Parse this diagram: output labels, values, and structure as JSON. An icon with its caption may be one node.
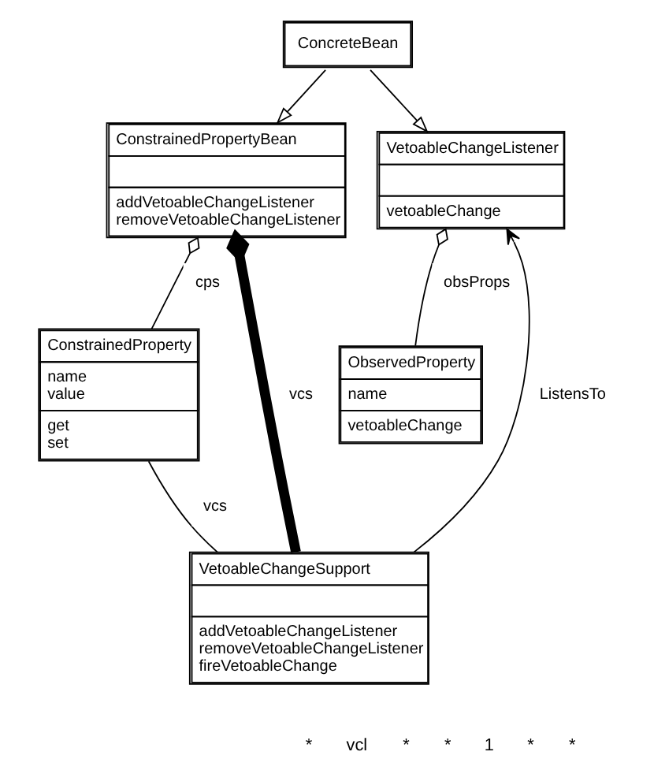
{
  "diagram": {
    "nodes": [
      {
        "text": [
          "ConcreteBean"
        ]
      },
      {
        "text": [
          "ConstrainedPropertyBean",
          "addVetoableChangeListener removeVetoableChangeListener"
        ]
      },
      {
        "text": [
          "VetoableChangeListener",
          "vetoableChange"
        ]
      },
      {
        "text": [
          "ConstrainedProperty",
          "name value",
          "get set"
        ]
      },
      {
        "text": [
          "ObservedProperty",
          "name",
          "vetoableChange"
        ]
      },
      {
        "text": [
          "VetoableChangeSupport",
          "addVetoableChangeListener removeVetoableChangeListener fireVetoableChange"
        ]
      }
    ],
    "edges": [
      {
        "from": 0,
        "to": 1,
        "arrow": "to"
      },
      {
        "from": 0,
        "to": 2,
        "arrow": "to"
      },
      {
        "from": 1,
        "to": 5,
        "arrow": "other",
        "label": "vcs",
        "style": "thick"
      },
      {
        "from": 1,
        "to": 3,
        "arrow": "other",
        "label": "cps"
      },
      {
        "from": 2,
        "to": 4,
        "arrow": "other",
        "label": "obsProps"
      },
      {
        "from": 3,
        "to": 5,
        "arrow": "none",
        "label": "vcs"
      },
      {
        "from": 5,
        "to": 2,
        "arrow": "to",
        "label": "ListensTo"
      }
    ],
    "labels": [
      "*",
      "vcl",
      "*",
      "*",
      "1",
      "*",
      "*"
    ]
  }
}
